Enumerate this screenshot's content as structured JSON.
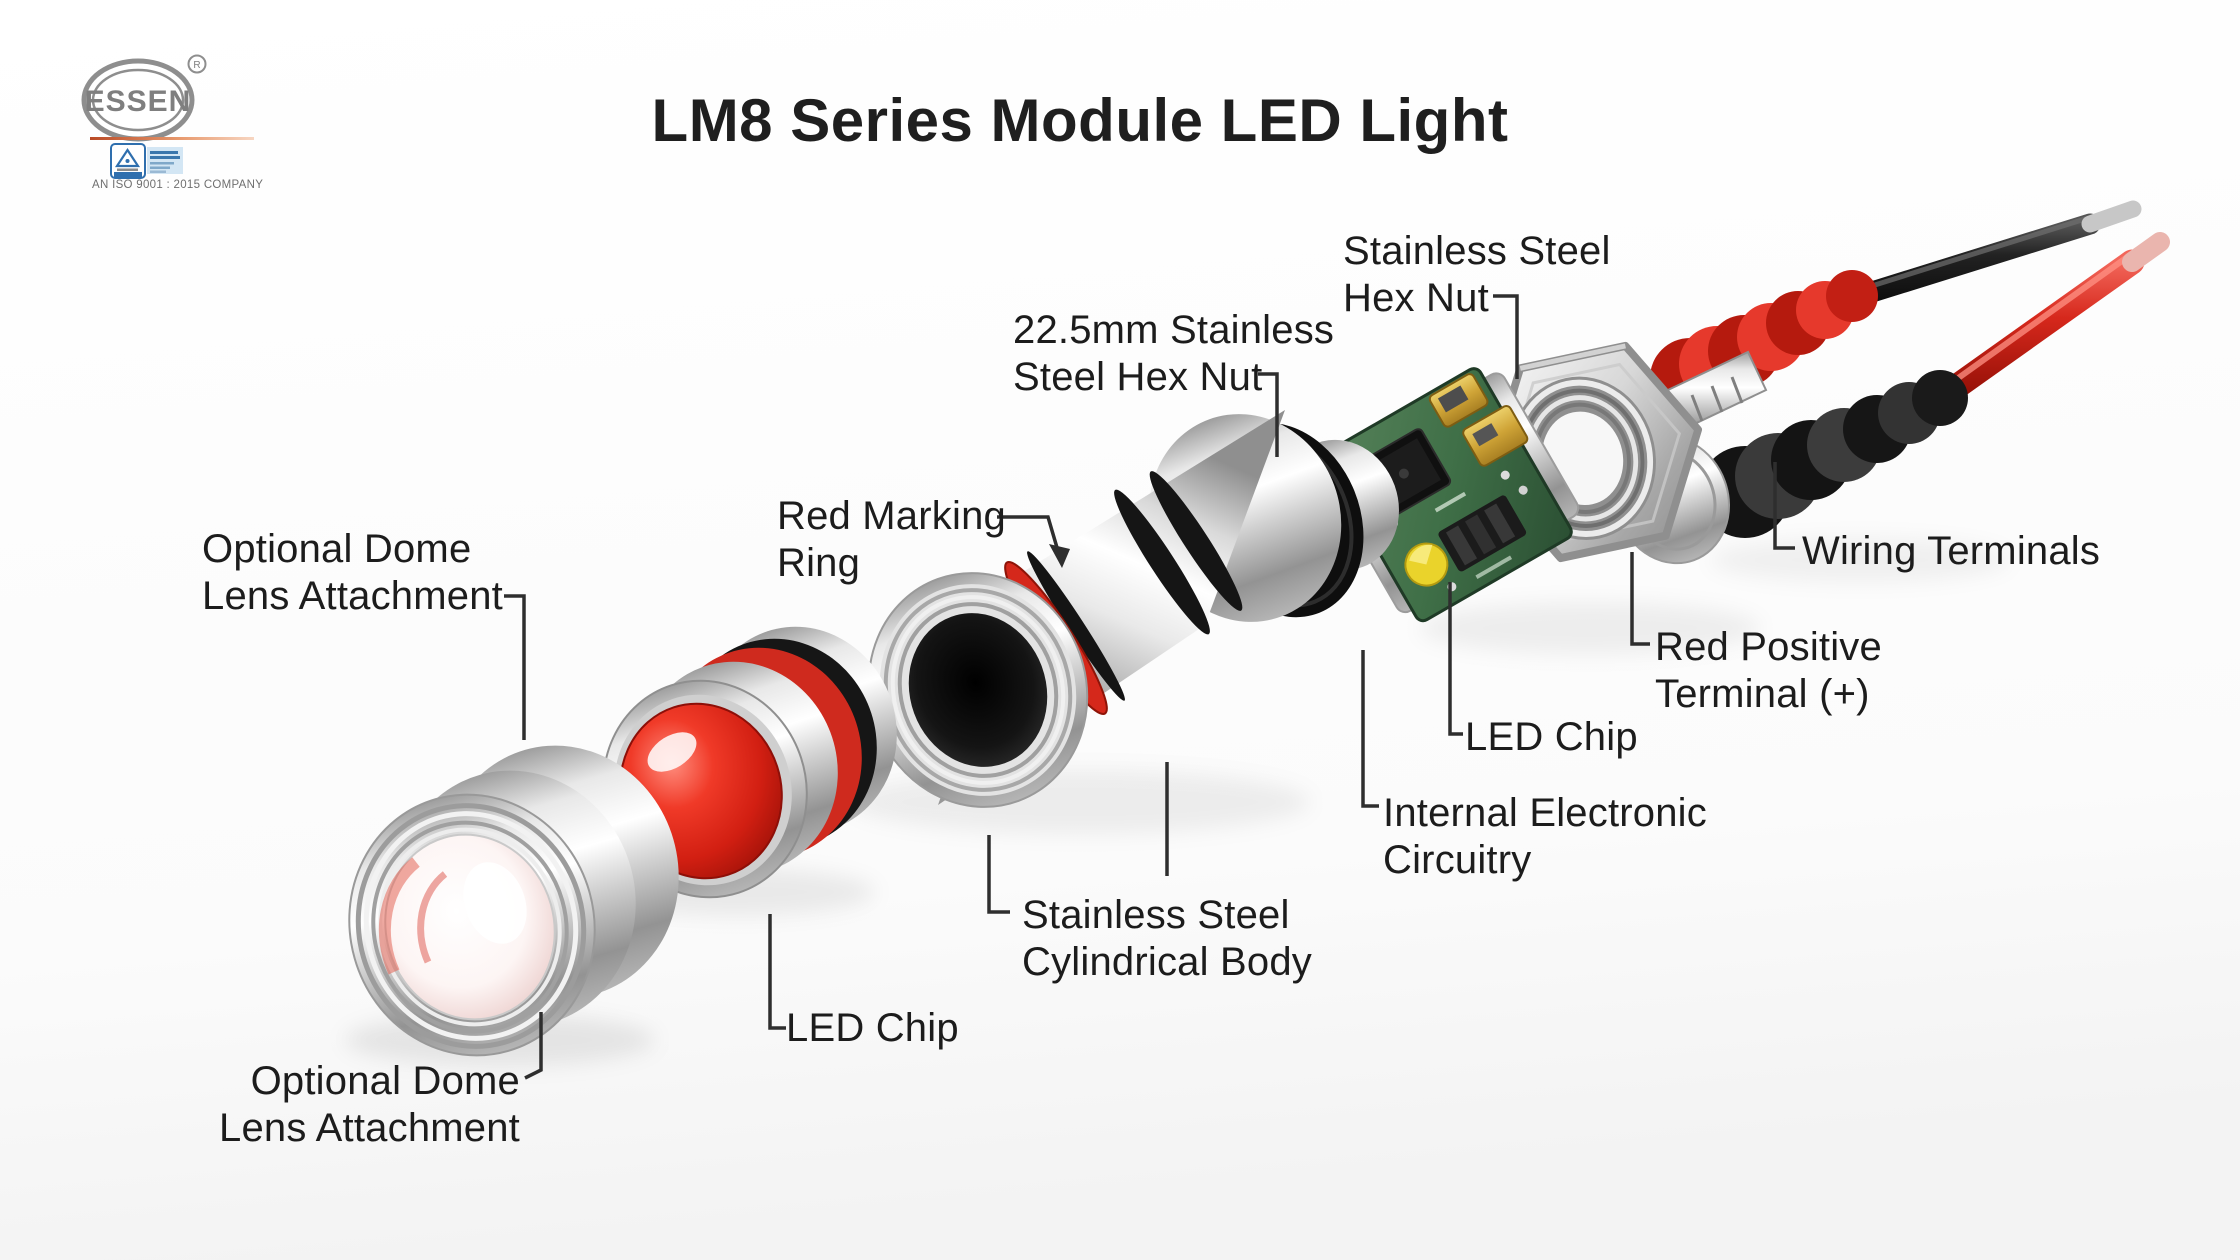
{
  "header": {
    "title": "LM8 Series Module LED Light"
  },
  "logo": {
    "brand": "ESSEN",
    "registered_mark": "R",
    "tagline": "AN ISO 9001 : 2015 COMPANY",
    "badge": "tuv-certification-badge",
    "brand_color": "#7f7f7f",
    "accent_color": "#c8502c"
  },
  "diagram": {
    "labels": [
      {
        "id": "optional-dome-lens-top",
        "line1": "Optional Dome",
        "line2": "Lens Attachment"
      },
      {
        "id": "red-marking-ring",
        "line1": "Red Marking",
        "line2": "Ring"
      },
      {
        "id": "hex-nut-22-5mm",
        "line1": "22.5mm Stainless",
        "line2": "Steel Hex Nut"
      },
      {
        "id": "stainless-steel-hex-nut",
        "line1": "Stainless Steel",
        "line2": "Hex Nut"
      },
      {
        "id": "wiring-terminals",
        "line1": "Wiring Terminals",
        "line2": ""
      },
      {
        "id": "red-positive-terminal",
        "line1": "Red Positive",
        "line2": "Terminal (+)"
      },
      {
        "id": "led-chip-pcb",
        "line1": "LED Chip",
        "line2": ""
      },
      {
        "id": "internal-electronic-circuitry",
        "line1": "Internal Electronic",
        "line2": "Circuitry"
      },
      {
        "id": "stainless-steel-cylindrical-body",
        "line1": "Stainless Steel",
        "line2": "Cylindrical Body"
      },
      {
        "id": "led-chip-front",
        "line1": "LED Chip",
        "line2": ""
      },
      {
        "id": "optional-dome-lens-bottom",
        "line1": "Optional Dome",
        "line2": "Lens Attachment"
      }
    ],
    "colors": {
      "marking_ring": "#d5281b",
      "led_dome_red": "#e02417",
      "wire_red": "#d6281c",
      "wire_black": "#1f1f1f",
      "pcb_green": "#3f6f47",
      "metal_light": "#f2f2f2",
      "metal_dark": "#8f8f8f",
      "label_text": "#1c1c1c"
    }
  }
}
